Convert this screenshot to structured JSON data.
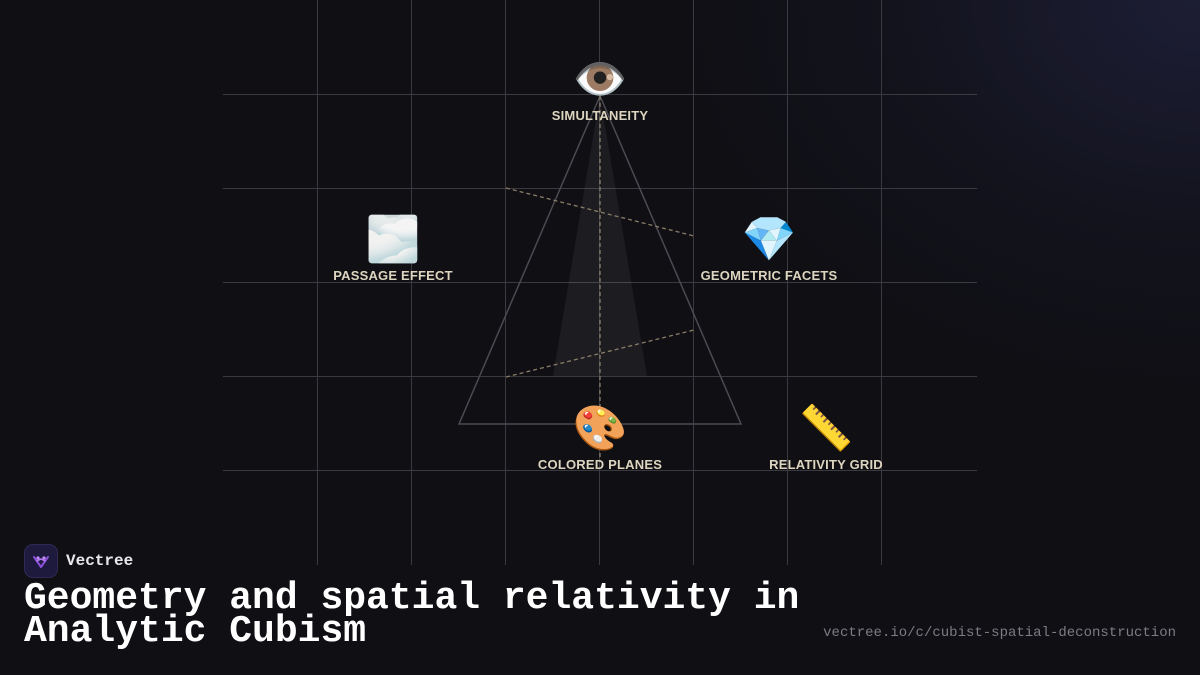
{
  "diagram": {
    "nodes": [
      {
        "key": "simultaneity",
        "icon": "👁️",
        "icon_name": "eye-icon",
        "label": "SIMULTANEITY"
      },
      {
        "key": "passage-effect",
        "icon": "🌫️",
        "icon_name": "fog-icon",
        "label": "PASSAGE EFFECT"
      },
      {
        "key": "geometric-facets",
        "icon": "💎",
        "icon_name": "gem-icon",
        "label": "GEOMETRIC FACETS"
      },
      {
        "key": "colored-planes",
        "icon": "🎨",
        "icon_name": "palette-icon",
        "label": "COLORED PLANES"
      },
      {
        "key": "relativity-grid",
        "icon": "📏",
        "icon_name": "ruler-icon",
        "label": "RELATIVITY GRID"
      }
    ]
  },
  "brand": {
    "name": "Vectree",
    "logo_icon": "vectree-logo-icon",
    "accent_color": "#8b4fd9"
  },
  "title": "Geometry and spatial relativity in Analytic Cubism",
  "url": "vectree.io/c/cubist-spatial-deconstruction"
}
